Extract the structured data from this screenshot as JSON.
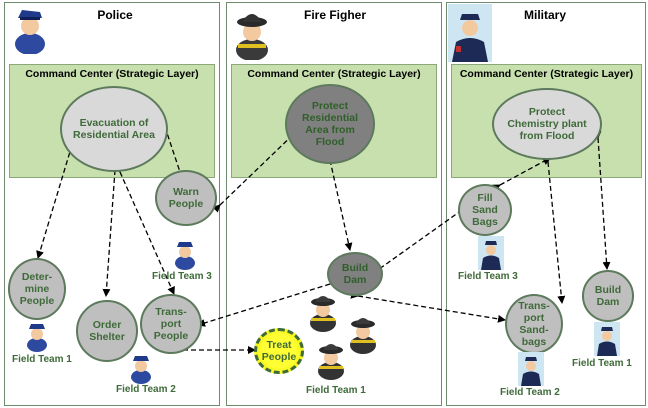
{
  "panels": {
    "police": {
      "title": "Police",
      "command_center": "Command Center (Strategic Layer)"
    },
    "fire": {
      "title": "Fire Figher",
      "command_center": "Command Center (Strategic Layer)"
    },
    "military": {
      "title": "Military",
      "command_center": "Command Center (Strategic Layer)"
    }
  },
  "nodes": {
    "police_goal": "Evacuation of\nResidential Area",
    "warn_people": "Warn\nPeople",
    "determine_people": "Deter-\nmine\nPeople",
    "order_shelter": "Order\nShelter",
    "transport_people": "Trans-\nport\nPeople",
    "fire_goal": "Protect\nResidential\nArea from\nFlood",
    "build_dam_fire": "Build\nDam",
    "treat_people": "Treat\nPeople",
    "military_goal": "Protect\nChemistry plant\nfrom Flood",
    "fill_sand_bags": "Fill\nSand\nBags",
    "transport_sandbags": "Trans-\nport\nSand-\nbags",
    "build_dam_military": "Build\nDam"
  },
  "field_teams": {
    "police_ft1": "Field Team 1",
    "police_ft2": "Field Team 2",
    "police_ft3": "Field Team 3",
    "fire_ft1": "Field Team 1",
    "military_ft1": "Field Team 1",
    "military_ft2": "Field Team 2",
    "military_ft3": "Field Team 3"
  },
  "icons": {
    "police": "police-officer-icon",
    "fire": "firefighter-icon",
    "military": "military-officer-icon"
  },
  "colors": {
    "command_center": "#c8dfae",
    "label_green": "#3f6a39",
    "treat_yellow": "#ffff33"
  }
}
